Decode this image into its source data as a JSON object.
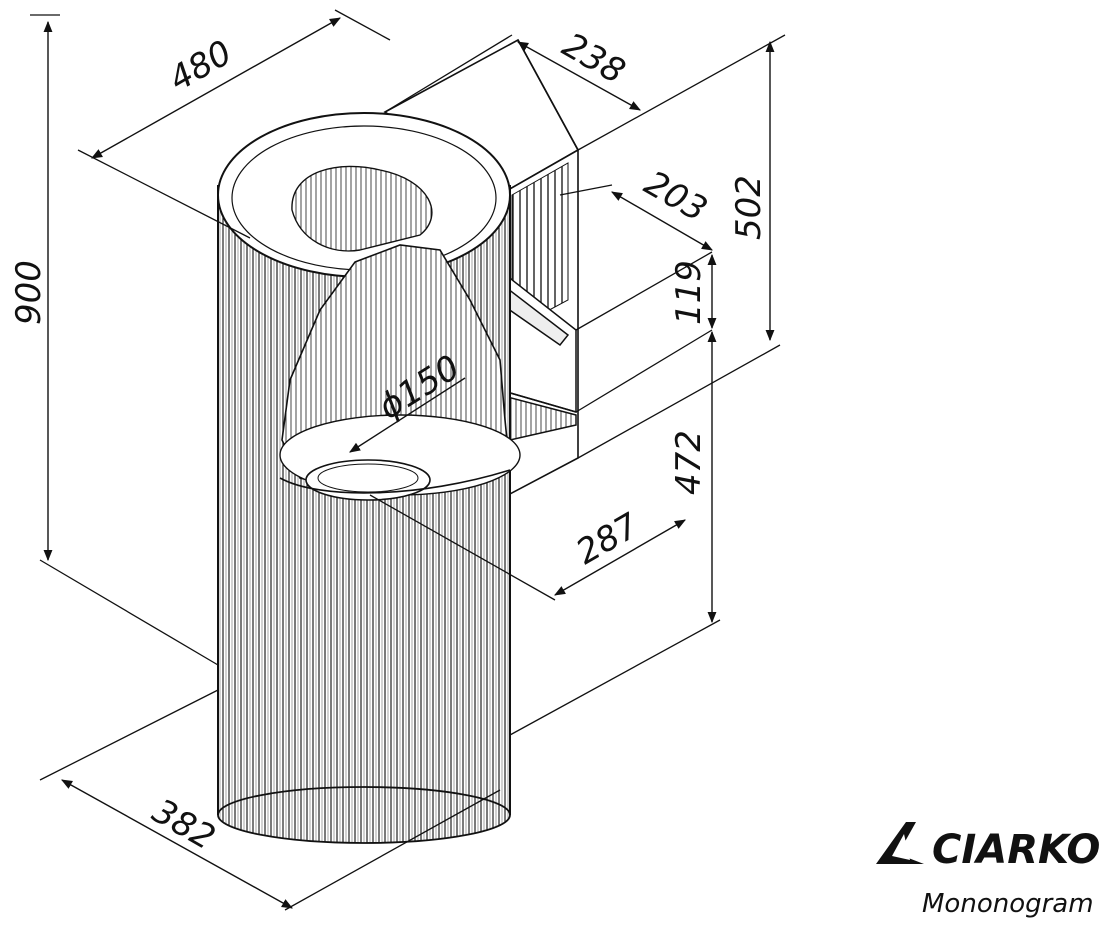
{
  "drawing": {
    "dimensions": {
      "width_top": "480",
      "depth_box": "238",
      "height_total": "900",
      "box_height": "502",
      "inner_offset": "203",
      "bracket_height": "119",
      "duct_diameter": "ϕ150",
      "lower_height": "472",
      "box_depth": "287",
      "base_diameter": "382"
    }
  },
  "brand": {
    "name": "CIARKO",
    "model": "Mononogram"
  }
}
